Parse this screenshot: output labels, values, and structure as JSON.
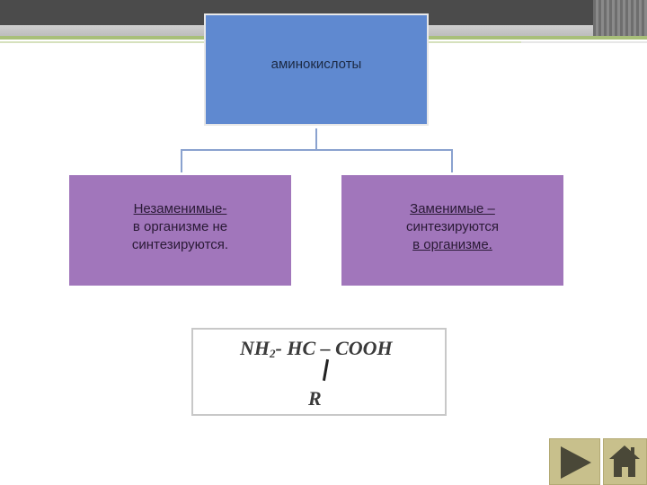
{
  "diagram": {
    "root": {
      "label": "аминокислоты"
    },
    "children": [
      {
        "lines": [
          "Незаменимые-",
          "в организме  не",
          "синтезируются."
        ]
      },
      {
        "lines": [
          "Заменимые –",
          "синтезируются",
          "в организме."
        ]
      }
    ]
  },
  "formula": {
    "main_prefix": "NH",
    "main_subscript": "2",
    "main_suffix": "- HC – COOH",
    "substituent": "R"
  },
  "nav": {
    "next": "play-icon",
    "home": "home-icon"
  },
  "colors": {
    "root_box": "#5f89d0",
    "child_box": "#a176bb",
    "nav_button": "#c8c08c"
  }
}
